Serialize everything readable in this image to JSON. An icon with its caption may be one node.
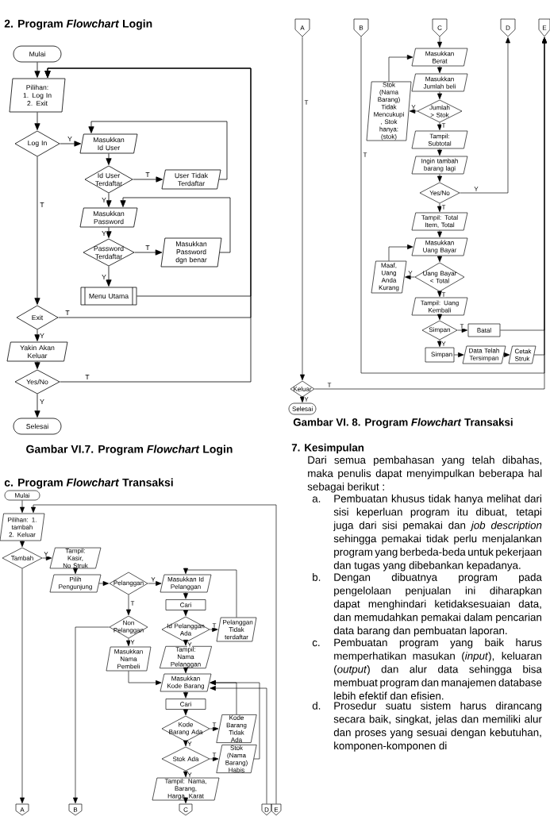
{
  "diagram": {
    "title": "2. Program *Flowchart* Login",
    "nodes": [
      {
        "text": [
          "Mulai"
        ]
      },
      {
        "text": [
          "Pilihan: 1. Log In 2. Exit"
        ]
      },
      {
        "text": [
          "Log In"
        ]
      },
      {
        "text": [
          "Masukkan Id User"
        ]
      },
      {
        "text": [
          "Id User Terdaftar"
        ]
      },
      {
        "text": [
          "User Tidak Terdaftar"
        ]
      },
      {
        "text": [
          "Masukkan Password"
        ]
      },
      {
        "text": [
          "Password Terdaftar"
        ]
      },
      {
        "text": [
          "Masukkan Password dgn benar"
        ]
      },
      {
        "text": [
          "Menu Utama"
        ]
      },
      {
        "text": [
          "Exit"
        ]
      },
      {
        "text": [
          "Yakin Akan Keluar"
        ]
      },
      {
        "text": [
          "Yes/No"
        ]
      },
      {
        "text": [
          "Selesai"
        ]
      },
      {
        "text": [
          "Mulai"
        ]
      },
      {
        "text": [
          "Pilihan: 1. tambah 2. Keluar"
        ]
      },
      {
        "text": [
          "Tambah"
        ]
      },
      {
        "text": [
          "Tampil: Kasir, No Struk"
        ]
      },
      {
        "text": [
          "Pilih Pengunjung"
        ]
      },
      {
        "text": [
          "Pelanggan"
        ]
      },
      {
        "text": [
          "Masukkan Id Pelanggan"
        ]
      },
      {
        "text": [
          "Cari"
        ]
      },
      {
        "text": [
          "Id Pelanggan Ada"
        ]
      },
      {
        "text": [
          "Pelanggan Tidak terdaftar"
        ]
      },
      {
        "text": [
          "Tampil: Nama Pelanggan"
        ]
      },
      {
        "text": [
          "Non Pelanggan"
        ]
      },
      {
        "text": [
          "Masukkan Nama Pembeli"
        ]
      },
      {
        "text": [
          "Masukkan Kode Barang"
        ]
      },
      {
        "text": [
          "Cari"
        ]
      },
      {
        "text": [
          "Kode Barang Ada"
        ]
      },
      {
        "text": [
          "Kode Barang Tidak Ada"
        ]
      },
      {
        "text": [
          "Stok Ada"
        ]
      },
      {
        "text": [
          "Stok (Nama Barang) Habis"
        ]
      },
      {
        "text": [
          "Tampil: Nama, Barang, Harga, Karat"
        ]
      },
      {
        "text": [
          "A"
        ]
      },
      {
        "text": [
          "B"
        ]
      },
      {
        "text": [
          "C"
        ]
      },
      {
        "text": [
          "D"
        ]
      },
      {
        "text": [
          "E"
        ]
      },
      {
        "text": [
          "A"
        ]
      },
      {
        "text": [
          "B"
        ]
      },
      {
        "text": [
          "C"
        ]
      },
      {
        "text": [
          "D"
        ]
      },
      {
        "text": [
          "E"
        ]
      },
      {
        "text": [
          "Masukkan Berat"
        ]
      },
      {
        "text": [
          "Masukkan Jumlah beli"
        ]
      },
      {
        "text": [
          "Jumlah > Stok"
        ]
      },
      {
        "text": [
          "Stok (Nama Barang) Tidak Mencukupi , Stok hanya: (stok)"
        ]
      },
      {
        "text": [
          "Tampil: Subtotal"
        ]
      },
      {
        "text": [
          "Ingin tambah barang lagi"
        ]
      },
      {
        "text": [
          "Yes/No"
        ]
      },
      {
        "text": [
          "Tampil: Total Item, Total"
        ]
      },
      {
        "text": [
          "Masukkan Uang Bayar"
        ]
      },
      {
        "text": [
          "Maaf, Uang Anda Kurang"
        ]
      },
      {
        "text": [
          "Uang Bayar < Total"
        ]
      },
      {
        "text": [
          "Tampil: Uang Kembali"
        ]
      },
      {
        "text": [
          "Simpan"
        ]
      },
      {
        "text": [
          "Batal"
        ]
      },
      {
        "text": [
          "Simpan"
        ]
      },
      {
        "text": [
          "Data Telah Tersimpan"
        ]
      },
      {
        "text": [
          "Cetak Struk"
        ]
      },
      {
        "text": [
          "Keluar"
        ]
      },
      {
        "text": [
          "Selesai"
        ]
      }
    ],
    "edges": [
      {
        "from": 0,
        "to": 1,
        "arrow": "to"
      },
      {
        "from": 1,
        "to": 2,
        "arrow": "to"
      },
      {
        "from": 2,
        "to": 3,
        "arrow": "to",
        "label": "Y"
      },
      {
        "from": 3,
        "to": 4,
        "arrow": "to"
      },
      {
        "from": 4,
        "to": 5,
        "arrow": "to",
        "label": "T"
      },
      {
        "from": 5,
        "to": 3,
        "arrow": "to"
      },
      {
        "from": 4,
        "to": 6,
        "arrow": "to",
        "label": "Y"
      },
      {
        "from": 6,
        "to": 7,
        "arrow": "to",
        "label": "Y"
      },
      {
        "from": 7,
        "to": 8,
        "arrow": "to",
        "label": "T"
      },
      {
        "from": 8,
        "to": 6,
        "arrow": "to"
      },
      {
        "from": 7,
        "to": 9,
        "arrow": "to",
        "label": "Y"
      },
      {
        "from": 9,
        "to": 1,
        "arrow": "to"
      },
      {
        "from": 2,
        "to": 10,
        "arrow": "to",
        "label": "T"
      },
      {
        "from": 10,
        "to": 1,
        "arrow": "to",
        "label": "T"
      },
      {
        "from": 10,
        "to": 11,
        "arrow": "to",
        "label": "Y"
      },
      {
        "from": 11,
        "to": 12,
        "arrow": "to"
      },
      {
        "from": 12,
        "to": 1,
        "arrow": "to",
        "label": "T"
      },
      {
        "from": 12,
        "to": 13,
        "arrow": "to",
        "label": "Y"
      },
      {
        "from": 14,
        "to": 15,
        "arrow": "to"
      },
      {
        "from": 15,
        "to": 16,
        "arrow": "to"
      },
      {
        "from": 16,
        "to": 17,
        "arrow": "to",
        "label": "Y"
      },
      {
        "from": 17,
        "to": 18,
        "arrow": "to"
      },
      {
        "from": 18,
        "to": 19,
        "arrow": "to"
      },
      {
        "from": 19,
        "to": 20,
        "arrow": "to",
        "label": "Y"
      },
      {
        "from": 20,
        "to": 21,
        "arrow": "to"
      },
      {
        "from": 21,
        "to": 22,
        "arrow": "to"
      },
      {
        "from": 22,
        "to": 23,
        "arrow": "to",
        "label": "T"
      },
      {
        "from": 23,
        "to": 20,
        "arrow": "to"
      },
      {
        "from": 22,
        "to": 24,
        "arrow": "to",
        "label": "Y"
      },
      {
        "from": 24,
        "to": 27,
        "arrow": "to"
      },
      {
        "from": 19,
        "to": 25,
        "arrow": "to",
        "label": "T"
      },
      {
        "from": 25,
        "to": 26,
        "arrow": "to",
        "label": "Y"
      },
      {
        "from": 26,
        "to": 27,
        "arrow": "to"
      },
      {
        "from": 27,
        "to": 28,
        "arrow": "to"
      },
      {
        "from": 28,
        "to": 29,
        "arrow": "to"
      },
      {
        "from": 29,
        "to": 30,
        "arrow": "to",
        "label": "T"
      },
      {
        "from": 30,
        "to": 27,
        "arrow": "to"
      },
      {
        "from": 29,
        "to": 31,
        "arrow": "to",
        "label": "Y"
      },
      {
        "from": 31,
        "to": 32,
        "arrow": "to",
        "label": "T"
      },
      {
        "from": 32,
        "to": 27,
        "arrow": "to"
      },
      {
        "from": 31,
        "to": 33,
        "arrow": "to",
        "label": "Y"
      },
      {
        "from": 33,
        "to": 36,
        "arrow": "to"
      },
      {
        "from": 16,
        "to": 34,
        "arrow": "to"
      },
      {
        "from": 25,
        "to": 35,
        "arrow": "to"
      },
      {
        "from": 37,
        "to": 27,
        "arrow": "to"
      },
      {
        "from": 38,
        "to": 15,
        "arrow": "to"
      },
      {
        "from": 39,
        "to": 61,
        "arrow": "to",
        "label": "T"
      },
      {
        "from": 40,
        "to": 43,
        "arrow": "to",
        "label": "T"
      },
      {
        "from": 41,
        "to": 44,
        "arrow": "to"
      },
      {
        "from": 44,
        "to": 45,
        "arrow": "to"
      },
      {
        "from": 45,
        "to": 46,
        "arrow": "to"
      },
      {
        "from": 46,
        "to": 47,
        "arrow": "to",
        "label": "Y"
      },
      {
        "from": 47,
        "to": 44,
        "arrow": "to"
      },
      {
        "from": 46,
        "to": 48,
        "arrow": "to",
        "label": "T"
      },
      {
        "from": 48,
        "to": 49,
        "arrow": "to"
      },
      {
        "from": 49,
        "to": 50,
        "arrow": "to"
      },
      {
        "from": 50,
        "to": 42,
        "arrow": "to",
        "label": "Y"
      },
      {
        "from": 50,
        "to": 51,
        "arrow": "to",
        "label": "T"
      },
      {
        "from": 51,
        "to": 52,
        "arrow": "to"
      },
      {
        "from": 52,
        "to": 54,
        "arrow": "to"
      },
      {
        "from": 54,
        "to": 53,
        "arrow": "to",
        "label": "Y"
      },
      {
        "from": 53,
        "to": 52,
        "arrow": "to"
      },
      {
        "from": 54,
        "to": 55,
        "arrow": "to",
        "label": "T"
      },
      {
        "from": 55,
        "to": 56,
        "arrow": "to"
      },
      {
        "from": 56,
        "to": 57,
        "arrow": "to",
        "label": "T"
      },
      {
        "from": 56,
        "to": 58,
        "arrow": "to",
        "label": "Y"
      },
      {
        "from": 58,
        "to": 59,
        "arrow": "to"
      },
      {
        "from": 59,
        "to": 60,
        "arrow": "to"
      },
      {
        "from": 57,
        "to": 43,
        "arrow": "to"
      },
      {
        "from": 60,
        "to": 43,
        "arrow": "to"
      },
      {
        "from": 61,
        "to": 43,
        "arrow": "to",
        "label": "T"
      },
      {
        "from": 61,
        "to": 62,
        "arrow": "to",
        "label": "Y"
      }
    ],
    "labels": [
      "Gambar VI.7. Program *Flowchart* Login",
      "c. Program *Flowchart* Transaksi",
      "Gambar VI. 8. Program *Flowchart* Transaksi",
      "7. Kesimpulan",
      "Dari semua pembahasan yang telah dibahas, maka penulis dapat menyimpulkan beberapa hal sebagai berikut :",
      "a.",
      "Pembuatan khusus tidak hanya melihat dari sisi keperluan program itu dibuat, tetapi juga dari sisi pemakai dan *job description* sehingga pemakai tidak perlu menjalankan program yang berbeda-beda untuk pekerjaan dan tugas yang dibebankan kepadanya.",
      "b.",
      "Dengan dibuatnya program pada pengelolaan penjualan ini diharapkan dapat menghindari ketidaksesuaian data, dan memudahkan pemakai dalam pencarian data barang dan pembuatan laporan.",
      "c.",
      "Pembuatan program yang baik harus memperhatikan masukan (*input*), keluaran (*output*) dan alur data sehingga bisa membuat program dan manajemen database lebih efektif dan efisien.",
      "d.",
      "Prosedur suatu sistem harus dirancang secara baik, singkat, jelas dan memiliki alur dan proses yang sesuai dengan kebutuhan, komponen-komponen di"
    ]
  }
}
